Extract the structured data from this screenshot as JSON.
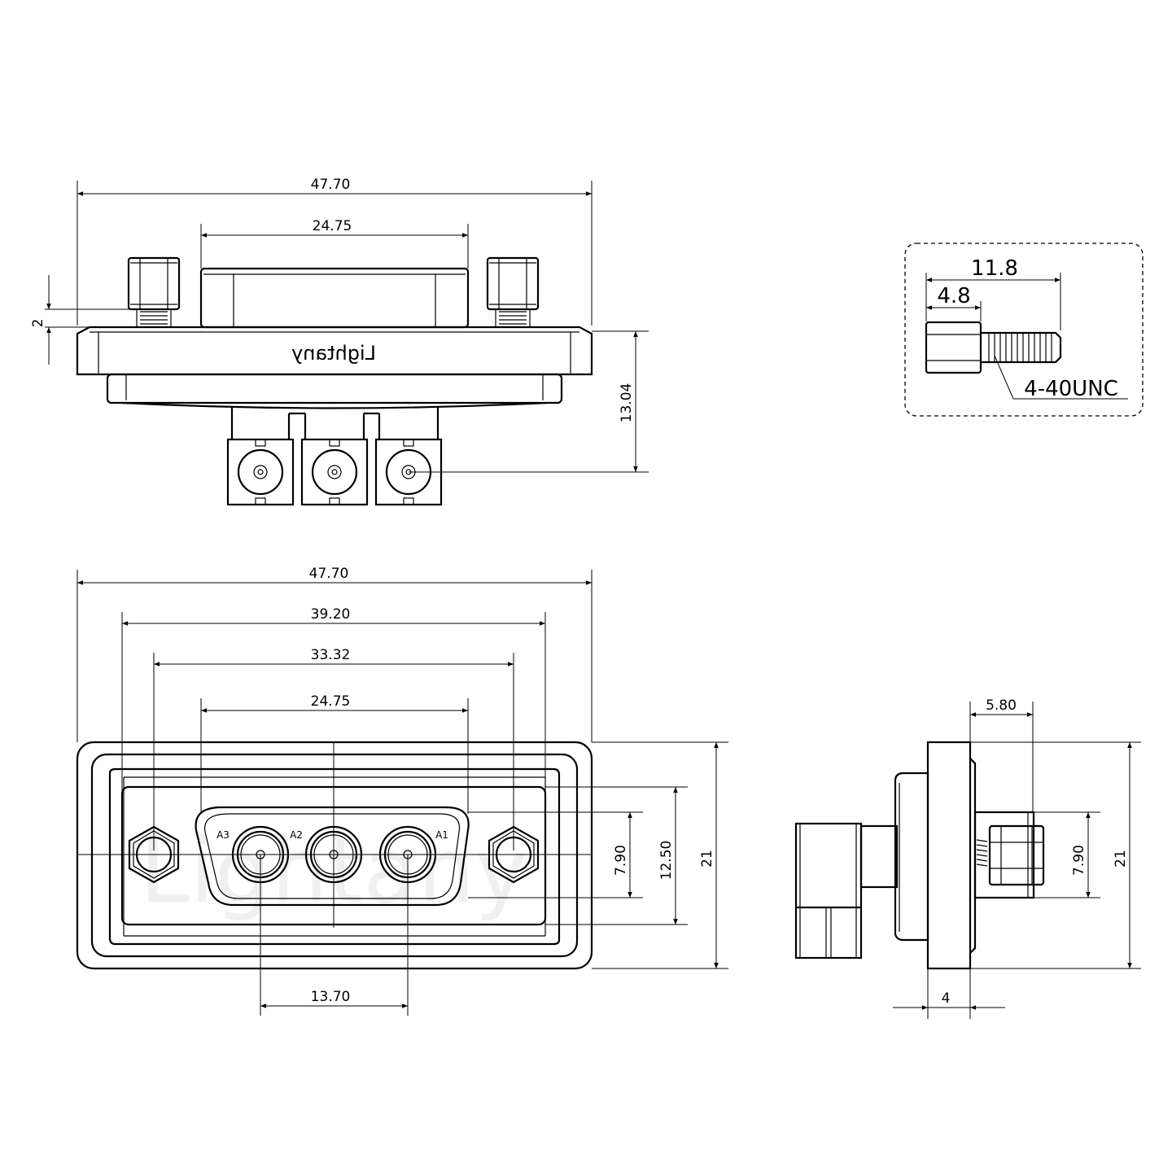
{
  "top_view": {
    "brand": "Lightany",
    "dims": {
      "overall_width": "47.70",
      "shell_width": "24.75",
      "flange_thickness": "2",
      "height": "13.04"
    }
  },
  "screw_detail": {
    "dims": {
      "length": "11.8",
      "head_length": "4.8"
    },
    "thread": "4-40UNC"
  },
  "front_view": {
    "dims": {
      "overall_width": "47.70",
      "hole_pitch": "39.20",
      "inner_width": "33.32",
      "shell_width": "24.75",
      "pin_pitch": "13.70",
      "shell_height": "7.90",
      "inner_height": "12.50",
      "overall_height": "21"
    },
    "pin_labels": [
      "A3",
      "A2",
      "A1"
    ],
    "watermark": "Lightany"
  },
  "side_view": {
    "dims": {
      "screw_offset": "5.80",
      "screw_height": "7.90",
      "overall_height": "21",
      "flange": "4"
    }
  }
}
